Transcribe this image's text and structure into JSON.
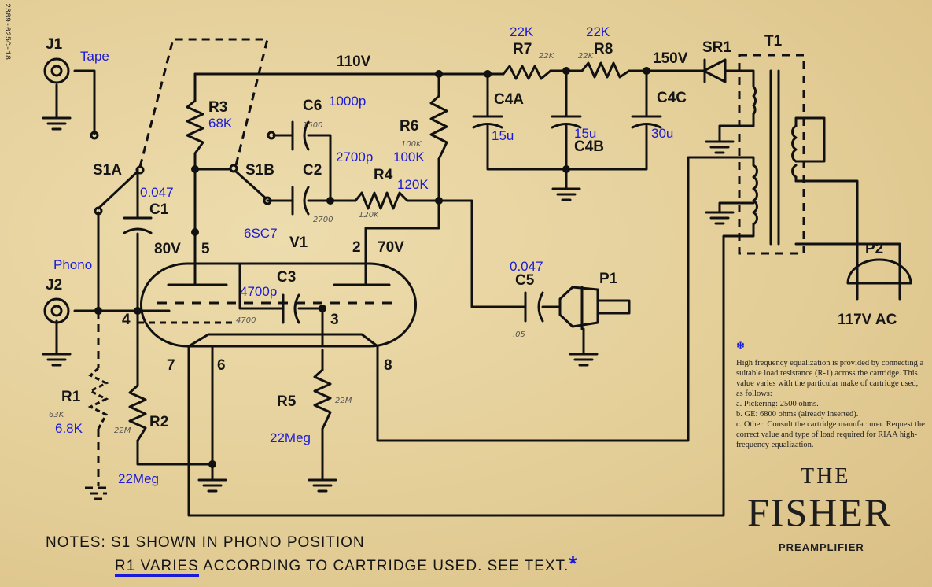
{
  "doc_code": "2309-025C-18",
  "brand": {
    "the": "THE",
    "name": "FISHER",
    "sub": "PREAMPLIFIER"
  },
  "notes": {
    "line1": "NOTES: S1 SHOWN IN PHONO POSITION",
    "r1_varies": "R1 VARIES",
    "line2_rest": " ACCORDING TO CARTRIDGE USED. SEE TEXT.",
    "star": "*"
  },
  "footnote": {
    "star": "*",
    "intro": "High frequency equalization is provided by connecting a suitable load resistance (R-1) across the cartridge. This value varies with the particular make of cartridge used, as follows:",
    "a": "a.  Pickering: 2500 ohms.",
    "b": "b.  GE: 6800 ohms (already inserted).",
    "c": "c.  Other: Consult the cartridge manufacturer. Request the correct value and type of load required for RIAA high-frequency equalization."
  },
  "labels": {
    "j1": "J1",
    "j2": "J2",
    "s1a": "S1A",
    "s1b": "S1B",
    "c1": "C1",
    "r1": "R1",
    "r2": "R2",
    "r3": "R3",
    "r4": "R4",
    "r5": "R5",
    "r6": "R6",
    "r7": "R7",
    "r8": "R8",
    "c2": "C2",
    "c3": "C3",
    "c4a": "C4A",
    "c4b": "C4B",
    "c4c": "C4C",
    "c5": "C5",
    "c6": "C6",
    "v1": "V1",
    "sr1": "SR1",
    "t1": "T1",
    "p1": "P1",
    "p2": "P2",
    "ac": "117V AC",
    "v110": "110V",
    "v150": "150V",
    "v80": "80V",
    "v70": "70V",
    "pin2": "2",
    "pin3": "3",
    "pin4": "4",
    "pin5": "5",
    "pin6": "6",
    "pin7": "7",
    "pin8": "8"
  },
  "annotations": {
    "tape": "Tape",
    "phono": "Phono",
    "c1_val": "0.047",
    "r3_val": "68K",
    "c6_val": "1000p",
    "c2_val": "2700p",
    "r6_val": "100K",
    "r4_val": "120K",
    "tube": "6SC7",
    "c3_val": "4700p",
    "r5_val": "22Meg",
    "r2_val": "22Meg",
    "r1_val": "6.8K",
    "r7_val": "22K",
    "r8_val": "22K",
    "c4a_val": "15u",
    "c4b_val": "15u",
    "c4c_val": "30u",
    "c5_val": "0.047"
  },
  "pencil": {
    "c6": "1500",
    "r6": "100K",
    "c2": "2700",
    "r4": "120K",
    "c3": "4700",
    "c5": ".05",
    "r5": "22M",
    "r2": "22M",
    "r1": "63K",
    "r7": "22K",
    "r8": "22K"
  },
  "colors": {
    "ink": "#111111",
    "annotation": "#1a1ad8",
    "paper": "#e9d8a6"
  }
}
